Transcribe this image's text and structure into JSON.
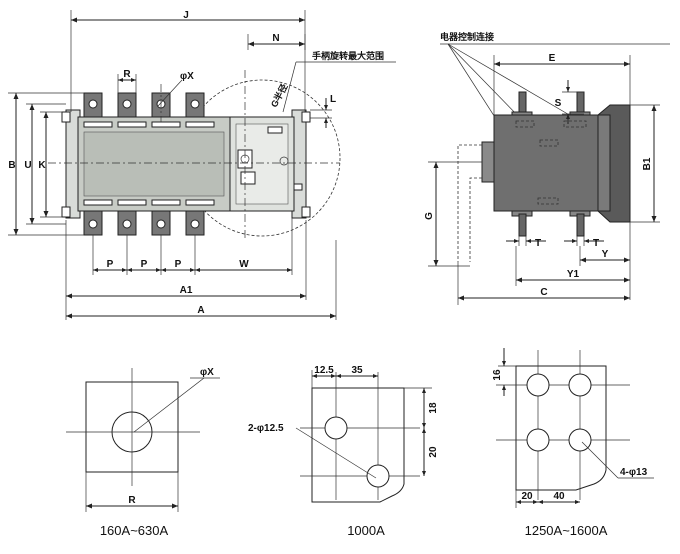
{
  "front_view": {
    "labels": {
      "J": "J",
      "N": "N",
      "R": "R",
      "phiX": "φX",
      "handle_range": "手柄旋转最大范围",
      "G_radius": "G半径",
      "L": "L",
      "B": "B",
      "U": "U",
      "K": "K",
      "P1": "P",
      "P2": "P",
      "P3": "P",
      "W": "W",
      "A1": "A1",
      "A": "A"
    }
  },
  "side_view": {
    "labels": {
      "electric_control": "电器控制连接",
      "E": "E",
      "S": "S",
      "B1": "B1",
      "G": "G",
      "T1": "T",
      "T2": "T",
      "Y": "Y",
      "Y1": "Y1",
      "C": "C"
    }
  },
  "terminal_a": {
    "caption": "160A~630A",
    "labels": {
      "phiX": "φX",
      "R": "R"
    }
  },
  "terminal_b": {
    "caption": "1000A",
    "labels": {
      "d125": "12.5",
      "d35": "35",
      "d18": "18",
      "d20": "20",
      "hole": "2-φ12.5"
    }
  },
  "terminal_c": {
    "caption": "1250A~1600A",
    "labels": {
      "d16": "16",
      "d20": "20",
      "d40": "40",
      "hole": "4-φ13"
    }
  }
}
